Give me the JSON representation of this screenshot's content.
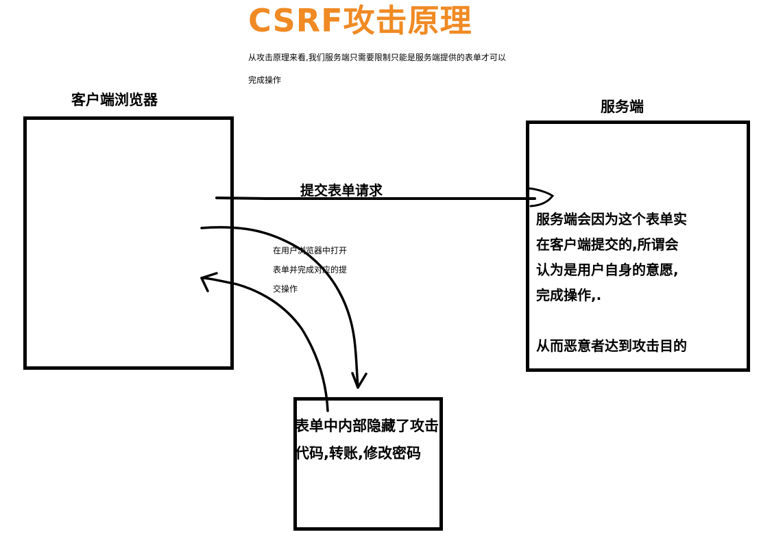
{
  "title": "CSRF攻击原理",
  "subtitle_line1": "从攻击原理来看,我们服务端只需要限制只能是服务端提供的表单才可以",
  "subtitle_line2": "完成操作",
  "client_label": "客户端浏览器",
  "server_label": "服务端",
  "submit_label": "提交表单请求",
  "server_text": [
    "服务端会因为这个表单实",
    "在客户端提交的,所谓会",
    "认为是用户自身的意愿,",
    "完成操作,.",
    "从而恶意者达到攻击目的"
  ],
  "note_text": [
    "在用户浏览器中打开",
    "表单并完成对应的提",
    "交操作"
  ],
  "form_text": [
    "表单中内部隐藏了攻击",
    "代码,转账,修改密码"
  ],
  "colors": {
    "title": "#f08a24",
    "stroke": "#000000"
  }
}
